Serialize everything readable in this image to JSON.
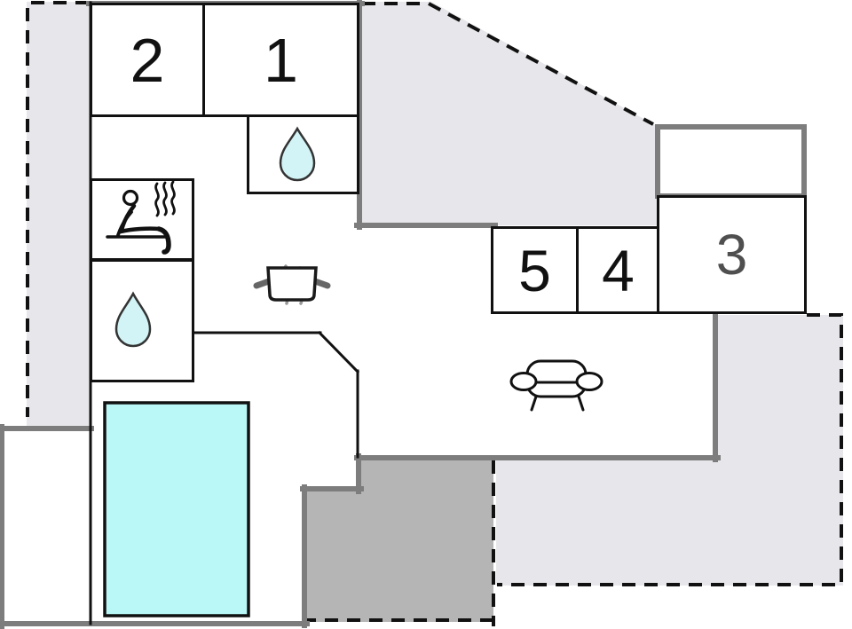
{
  "plan": {
    "type": "holiday-home-floor-plan",
    "rooms": [
      {
        "id": "room-1",
        "label": "1"
      },
      {
        "id": "room-2",
        "label": "2"
      },
      {
        "id": "room-3",
        "label": "3"
      },
      {
        "id": "room-4",
        "label": "4"
      },
      {
        "id": "room-5",
        "label": "5"
      }
    ],
    "features": [
      "bathroom-drop-icon-upper",
      "sauna-icon",
      "bathroom-drop-icon-lower",
      "cooking-pot-icon",
      "sofa-icon",
      "swimming-pool",
      "terrace-upper",
      "terrace-right",
      "patio-rear",
      "garden-strip-left",
      "plot-boundary-dashed"
    ]
  },
  "colors": {
    "pool": "#baf8f8",
    "drop": "#d2f4f6",
    "terrace": "#e7e7eb",
    "patio": "#b5b5b5",
    "wall": "#7d7d7d",
    "line": "#111111",
    "number": "#111111",
    "number3": "#4f4f4f",
    "steam": "#999999",
    "handle": "#666666"
  }
}
